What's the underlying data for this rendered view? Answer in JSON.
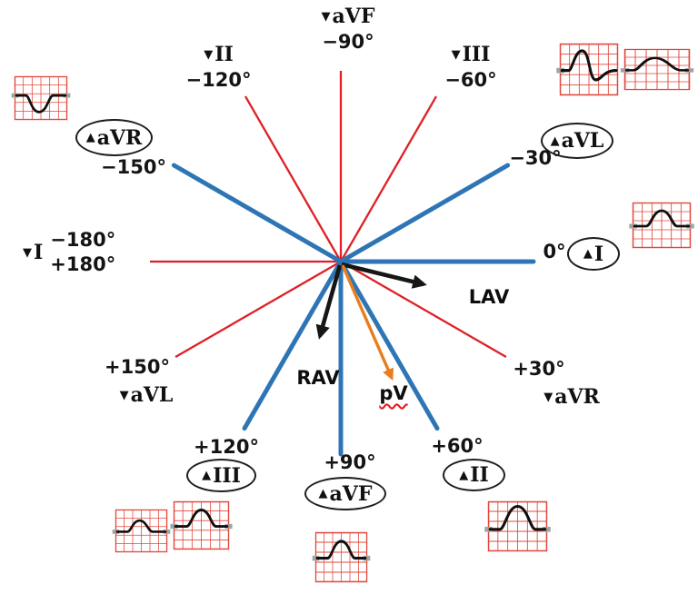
{
  "colors": {
    "axis-blue": "#2e75b6",
    "axis-red": "#de1f26",
    "vector-black": "#161616",
    "vector-orange": "#e87d1e",
    "grid-red": "#e2483d",
    "wave-black": "#101010",
    "gray-bar": "#a3a3a3",
    "text": "#141414",
    "ellipse-border": "#1d1d1d"
  },
  "labels": {
    "avf_neg": {
      "marker": "▼",
      "lead": "aVF",
      "angle": "−90°"
    },
    "ii_neg": {
      "marker": "▼",
      "lead": "II",
      "angle": "−120°"
    },
    "iii_neg": {
      "marker": "▼",
      "lead": "III",
      "angle": "−60°"
    },
    "avr_pos": {
      "marker": "▲",
      "lead": "aVR",
      "angle": "−150°"
    },
    "avl_pos": {
      "marker": "▲",
      "lead": "aVL",
      "angle": "−30°"
    },
    "i_neg": {
      "marker": "▼",
      "lead": "I",
      "angle_up": "−180°",
      "angle_down": "+180°"
    },
    "i_pos": {
      "marker": "▲",
      "lead": "I",
      "angle": "0°"
    },
    "avl_neg": {
      "marker": "▼",
      "lead": "aVL",
      "angle": "+150°"
    },
    "avr_neg": {
      "marker": "▼",
      "lead": "aVR",
      "angle": "+30°"
    },
    "iii_pos": {
      "marker": "▲",
      "lead": "III",
      "angle": "+120°"
    },
    "avf_pos": {
      "marker": "▲",
      "lead": "aVF",
      "angle": "+90°"
    },
    "ii_pos": {
      "marker": "▲",
      "lead": "II",
      "angle": "+60°"
    }
  },
  "vectors": {
    "lav": "LAV",
    "rav": "RAV",
    "pv": "pV"
  },
  "thumbnails": [
    {
      "near": "aVR",
      "wave": "negative-deflection"
    },
    {
      "near": "aVL",
      "wave": "biphasic"
    },
    {
      "near": "aVL",
      "wave": "positive-wide"
    },
    {
      "near": "I",
      "wave": "positive"
    },
    {
      "near": "III",
      "wave": "positive-small"
    },
    {
      "near": "III",
      "wave": "positive"
    },
    {
      "near": "aVF",
      "wave": "positive"
    },
    {
      "near": "II",
      "wave": "positive-tall"
    }
  ]
}
